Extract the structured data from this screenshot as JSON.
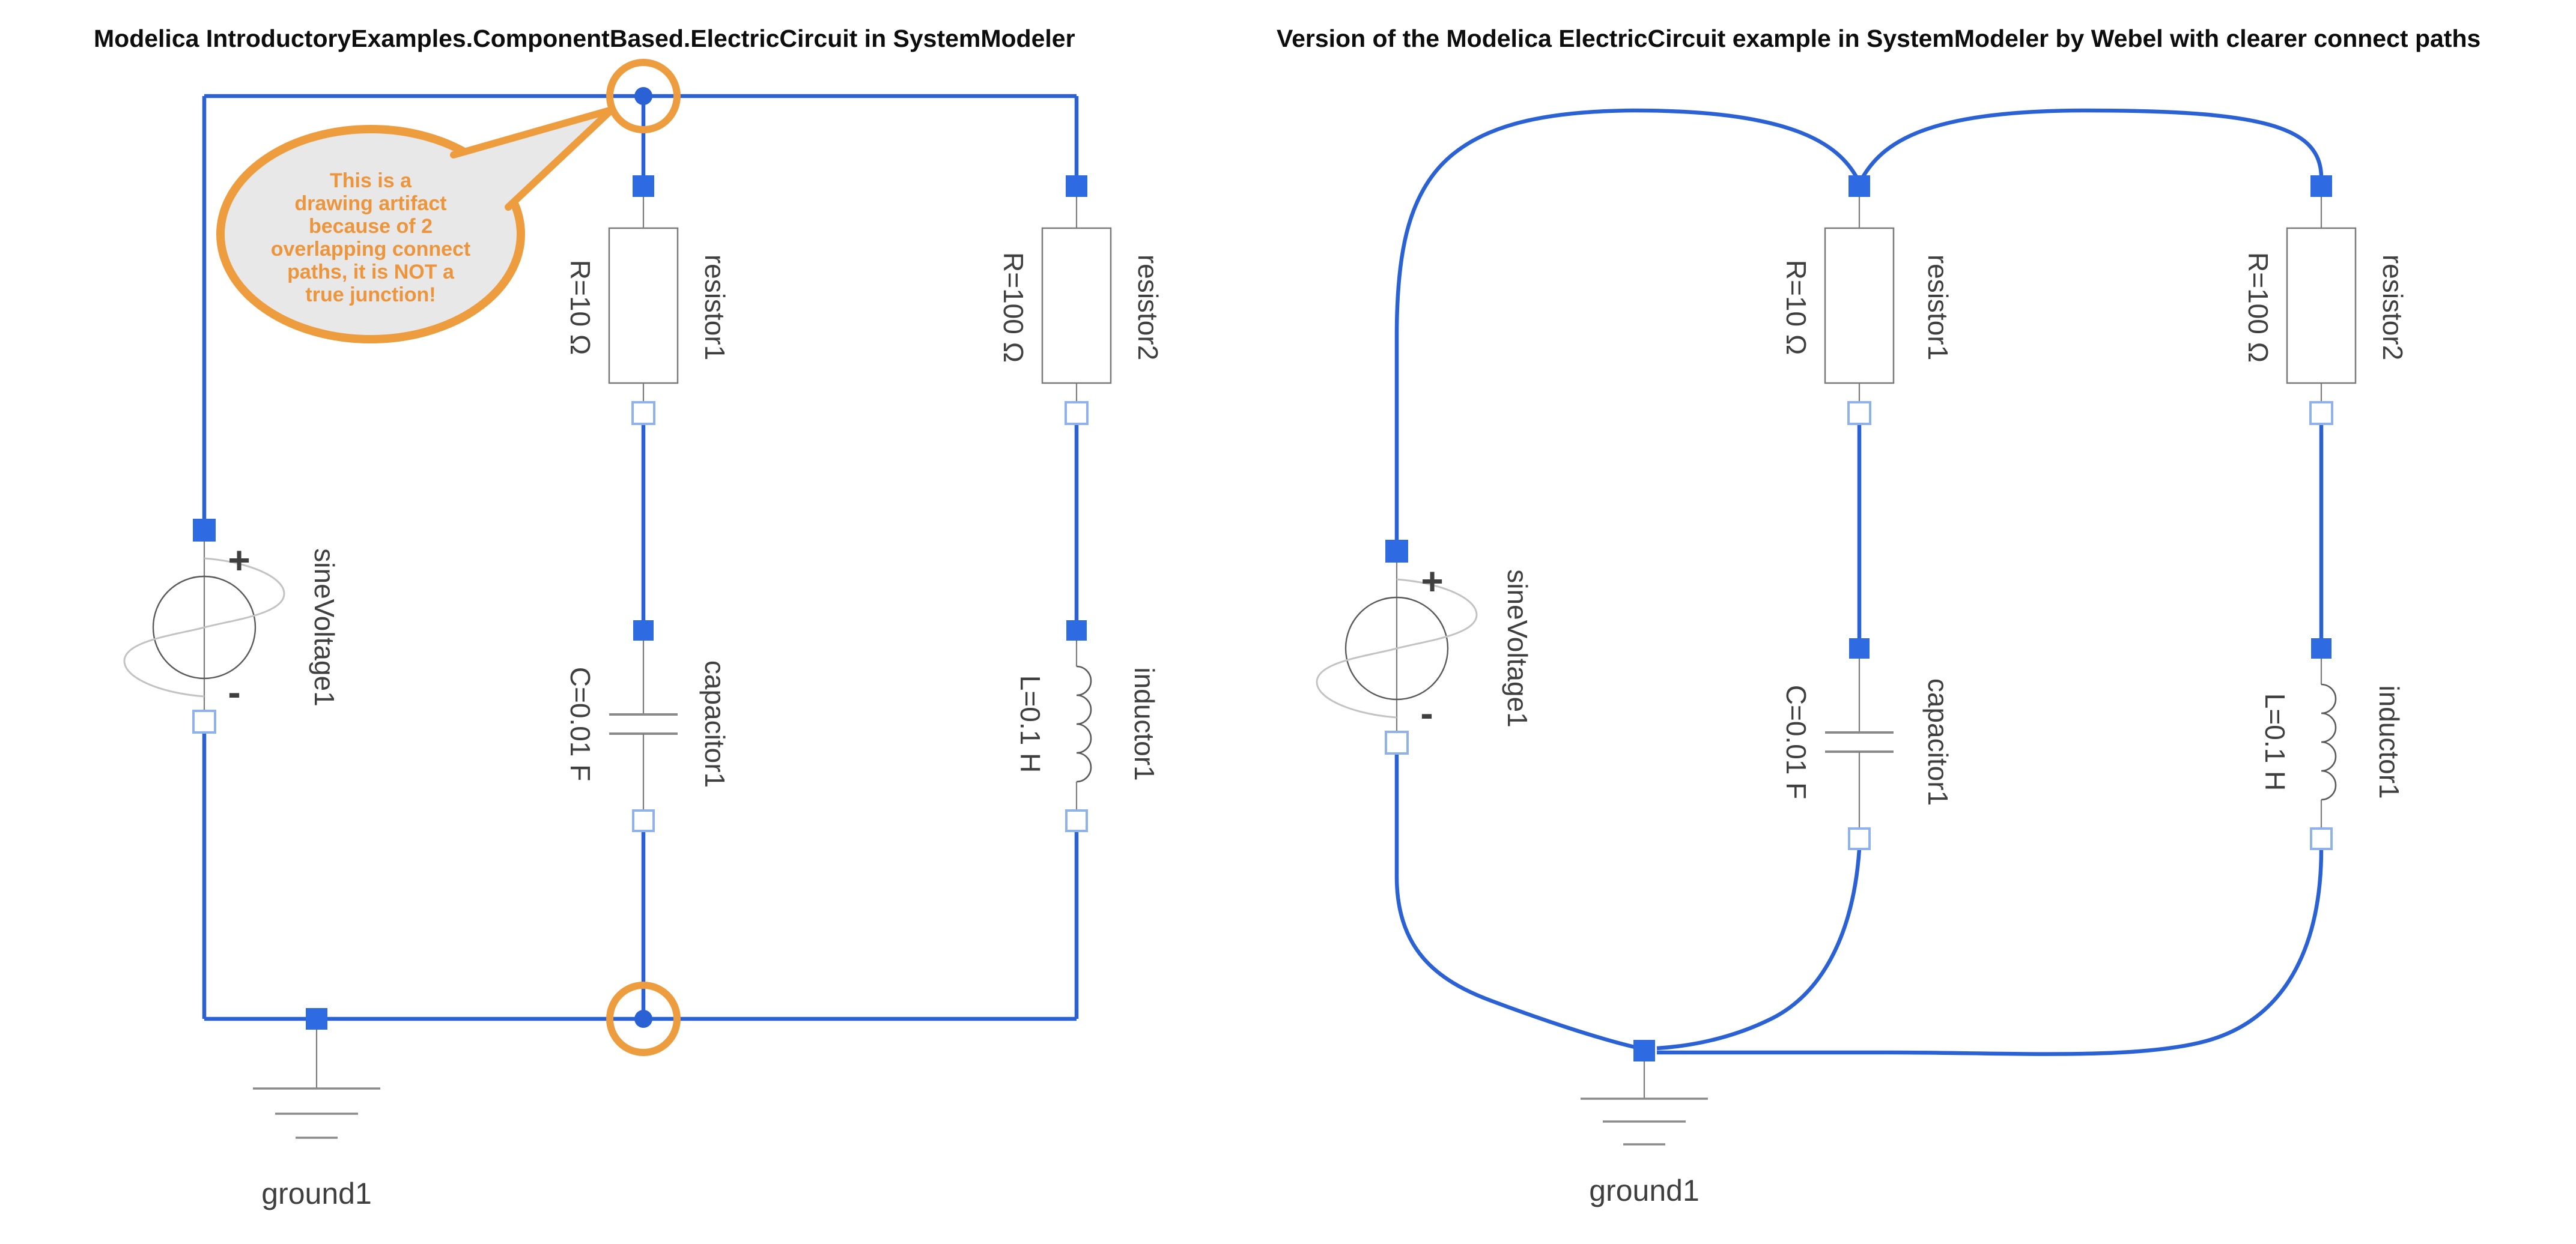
{
  "left_panel": {
    "title": "Modelica IntroductoryExamples.ComponentBased.ElectricCircuit in SystemModeler",
    "callout": {
      "lines": [
        "This is a",
        "drawing artifact",
        "because of 2",
        "overlapping connect",
        "paths, it is NOT a",
        "true junction!"
      ]
    },
    "labels": {
      "sine_name": "sineVoltage1",
      "sine_plus": "+",
      "sine_minus": "-",
      "resistor1_value": "R=10 Ω",
      "resistor1_name": "resistor1",
      "resistor2_value": "R=100 Ω",
      "resistor2_name": "resistor2",
      "capacitor_value": "C=0.01 F",
      "capacitor_name": "capacitor1",
      "inductor_value": "L=0.1 H",
      "inductor_name": "inductor1",
      "ground_name": "ground1"
    }
  },
  "right_panel": {
    "title": "Version of the Modelica ElectricCircuit example in SystemModeler by Webel with clearer connect paths",
    "labels": {
      "sine_name": "sineVoltage1",
      "sine_plus": "+",
      "sine_minus": "-",
      "resistor1_value": "R=10 Ω",
      "resistor1_name": "resistor1",
      "resistor2_value": "R=100 Ω",
      "resistor2_name": "resistor2",
      "capacitor_value": "C=0.01 F",
      "capacitor_name": "capacitor1",
      "inductor_value": "L=0.1 H",
      "inductor_name": "inductor1",
      "ground_name": "ground1"
    }
  },
  "colors": {
    "wire_blue": "#2A62D6",
    "pin_blue": "#2E6BE2",
    "open_pin_border": "#8FB2EC",
    "component_gray": "#7a7a7a",
    "label_gray": "#3f3f3f",
    "annotation_orange": "#ED9C3E",
    "callout_fill": "#E8E8E8"
  }
}
